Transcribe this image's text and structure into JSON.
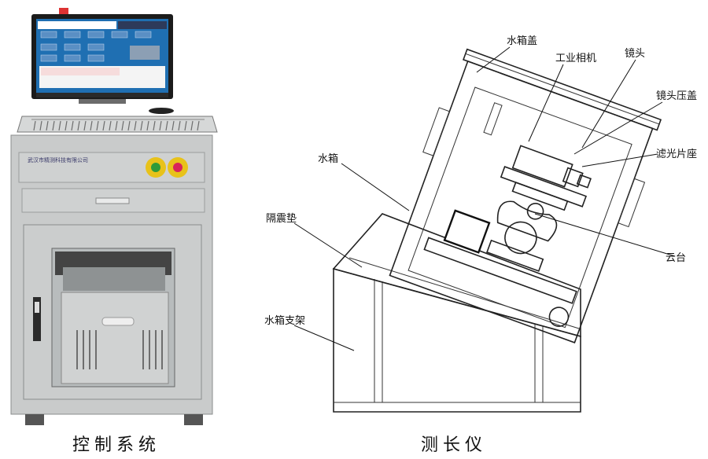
{
  "left_panel": {
    "caption": "控制系统",
    "nameplate": "武汉市精测科技有限公司"
  },
  "right_panel": {
    "caption": "测长仪",
    "labels": {
      "water_tank_lid": "水箱盖",
      "industrial_camera": "工业相机",
      "lens": "镜头",
      "lens_cover": "镜头压盖",
      "filter_seat": "滤光片座",
      "water_tank": "水箱",
      "damping_pad": "隔震垫",
      "gimbal": "云台",
      "tank_stand": "水箱支架"
    }
  },
  "colors": {
    "cabinet_body": "#c9cbcb",
    "cabinet_shadow": "#a9acac",
    "screen_bg": "#1f6fb2",
    "button_yellow": "#e8c21a",
    "button_green": "#2f9a3a",
    "button_red": "#d8245a"
  }
}
